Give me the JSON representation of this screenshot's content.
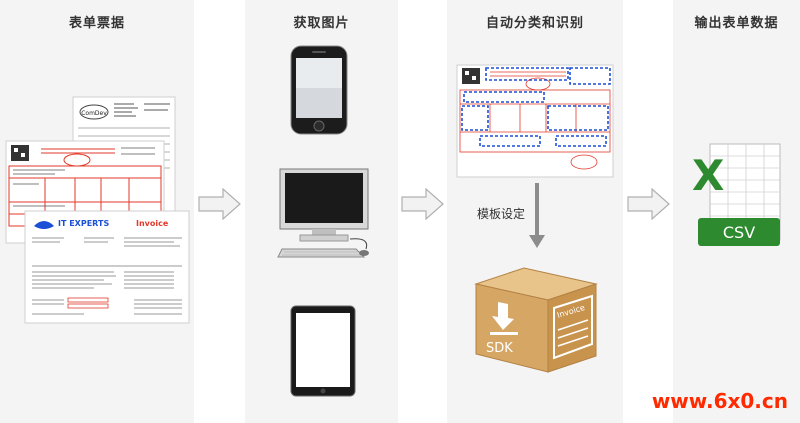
{
  "panels": [
    {
      "title": "表单票据"
    },
    {
      "title": "获取图片"
    },
    {
      "title": "自动分类和识别"
    },
    {
      "title": "输出表单数据"
    }
  ],
  "doc_labels": {
    "cardlogo": "ComDev",
    "invoice_brand": "IT EXPERTS",
    "invoice_title": "Invoice"
  },
  "template_label": "模板设定",
  "sdk_box": {
    "top_text": "Invoice",
    "side_text": "SDK"
  },
  "excel": {
    "letter": "X",
    "badge": "CSV"
  },
  "watermark": "www.6x0.cn",
  "colors": {
    "accent_blue": "#1b4fd6",
    "stamp_red": "#e23a2a",
    "csv_green": "#2e8a2e",
    "box_tan": "#d6a764",
    "watermark_red": "#ff2a00"
  }
}
